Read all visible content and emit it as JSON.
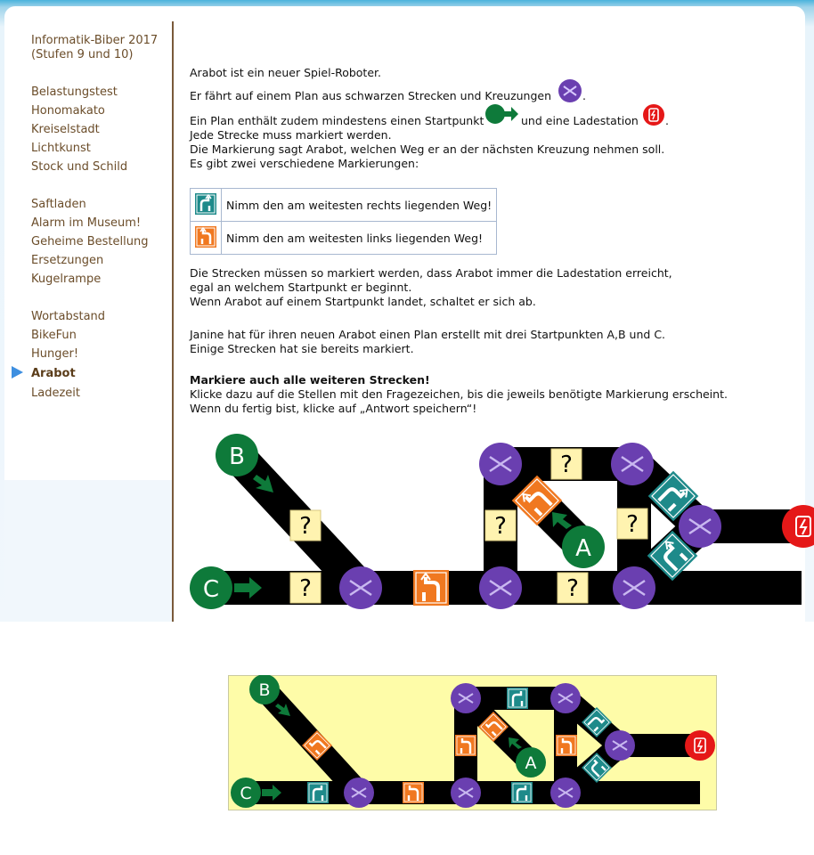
{
  "sidebar": {
    "course_title_1": "Informatik-Biber 2017",
    "course_title_2": "(Stufen 9 und 10)",
    "group1": [
      "Belastungstest",
      "Honomakato",
      "Kreiselstadt",
      "Lichtkunst",
      "Stock und Schild"
    ],
    "group2": [
      "Saftladen",
      "Alarm im Museum!",
      "Geheime Bestellung",
      "Ersetzungen",
      "Kugelrampe"
    ],
    "group3": [
      "Wortabstand",
      "BikeFun",
      "Hunger!",
      "Arabot",
      "Ladezeit"
    ],
    "active_item": "Arabot"
  },
  "task": {
    "line1": "Arabot ist ein neuer Spiel-Roboter.",
    "line2": "Er fährt auf einem Plan aus schwarzen Strecken und Kreuzungen",
    "line2_end": ".",
    "line3": "Ein Plan enthält zudem mindestens einen Startpunkt",
    "line3_mid": "und eine Ladestation",
    "line3_end": ".",
    "line4": "Jede Strecke muss markiert werden.",
    "line5": "Die Markierung sagt Arabot, welchen Weg er an der nächsten Kreuzung nehmen soll.",
    "line6": "Es gibt zwei verschiedene Markierungen:",
    "mark_right": "Nimm den am weitesten rechts liegenden Weg!",
    "mark_left": "Nimm den am weitesten links liegenden Weg!",
    "line7": "Die Strecken müssen so markiert werden, dass Arabot immer die Ladestation erreicht,",
    "line8": "egal an welchem Startpunkt er beginnt.",
    "line9": "Wenn Arabot auf einem Startpunkt landet, schaltet er sich ab.",
    "line10": "Janine hat für ihren neuen Arabot einen Plan erstellt mit drei Startpunkten A,B und C.",
    "line11": "Einige Strecken hat sie bereits markiert.",
    "instruction_bold": "Markiere auch alle weiteren Strecken!",
    "line12": "Klicke dazu auf die Stellen mit den Fragezeichen, bis die jeweils benötigte Markierung erscheint.",
    "line13": "Wenn du fertig bist, klicke auf „Antwort speichern“!"
  },
  "plan": {
    "start_labels": [
      "B",
      "C",
      "A"
    ],
    "unknown_mark": "?"
  },
  "colors": {
    "crossing": "#6a3fb0",
    "start": "#0e7a3a",
    "charger": "#e51818",
    "mark_right": "#1e8a8a",
    "mark_left": "#f07820",
    "unknown": "#fff3b0",
    "panel": "#fefca8"
  }
}
